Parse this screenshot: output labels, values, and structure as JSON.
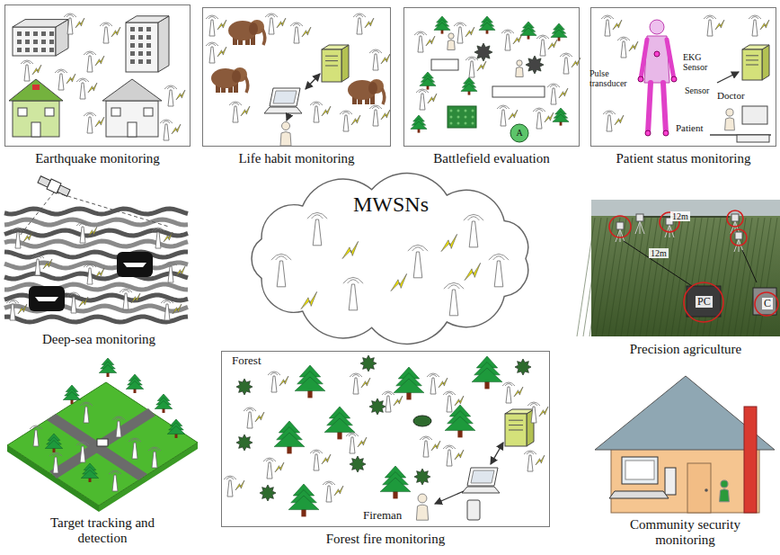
{
  "diagram": {
    "nodes": [
      {
        "text": [
          "Earthquake monitoring"
        ]
      },
      {
        "text": [
          "Life habit monitoring"
        ]
      },
      {
        "text": [
          "Battlefield evaluation"
        ]
      },
      {
        "text": [
          "Patient status monitoring"
        ]
      },
      {
        "text": [
          "Deep-sea monitoring"
        ]
      },
      {
        "text": [
          "MWSNs"
        ]
      },
      {
        "text": [
          "Precision agriculture"
        ]
      },
      {
        "text": [
          "Target tracking and detection"
        ]
      },
      {
        "text": [
          "Forest fire monitoring"
        ]
      },
      {
        "text": [
          "Community security monitoring"
        ]
      }
    ],
    "labels": [
      "A",
      "Pulse transducer",
      "EKG Sensor",
      "Sensor",
      "Patient",
      "Doctor",
      "12m",
      "12m",
      "PC",
      "C",
      "Forest",
      "Fireman"
    ]
  }
}
